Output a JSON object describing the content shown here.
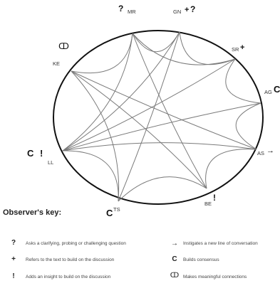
{
  "participants": [
    {
      "id": "MR",
      "label": "MR",
      "marks": [
        "?"
      ]
    },
    {
      "id": "GN",
      "label": "GN",
      "marks": [
        "+",
        "?"
      ]
    },
    {
      "id": "SR",
      "label": "SR",
      "marks": [
        "+"
      ]
    },
    {
      "id": "AG",
      "label": "AG",
      "marks": [
        "C"
      ]
    },
    {
      "id": "AS",
      "label": "AS",
      "marks": [
        "→"
      ]
    },
    {
      "id": "BE",
      "label": "BE",
      "marks": [
        "!"
      ]
    },
    {
      "id": "TS",
      "label": "TS",
      "marks": [
        "C"
      ]
    },
    {
      "id": "LL",
      "label": "LL",
      "marks": [
        "C",
        "!"
      ]
    },
    {
      "id": "KE",
      "label": "KE",
      "marks": [
        "ↀ"
      ]
    }
  ],
  "connections": [
    [
      "KE",
      "MR"
    ],
    [
      "KE",
      "AS"
    ],
    [
      "KE",
      "TS"
    ],
    [
      "KE",
      "BE"
    ],
    [
      "MR",
      "GN"
    ],
    [
      "MR",
      "SR"
    ],
    [
      "MR",
      "LL"
    ],
    [
      "MR",
      "BE"
    ],
    [
      "GN",
      "SR"
    ],
    [
      "GN",
      "LL"
    ],
    [
      "GN",
      "TS"
    ],
    [
      "SR",
      "AG"
    ],
    [
      "SR",
      "LL"
    ],
    [
      "AG",
      "LL"
    ],
    [
      "AG",
      "AS"
    ],
    [
      "AS",
      "LL"
    ],
    [
      "AS",
      "BE"
    ],
    [
      "BE",
      "TS"
    ],
    [
      "TS",
      "LL"
    ]
  ],
  "key": {
    "title": "Observer's key:",
    "items": [
      {
        "symbol": "?",
        "text": "Asks a clarifying, probing or challenging question"
      },
      {
        "symbol": "+",
        "text": "Refers to the text to build on the discussion"
      },
      {
        "symbol": "!",
        "text": "Adds an insight to build on the discussion"
      },
      {
        "symbol": "→",
        "text": "Instigates a new line of conversation"
      },
      {
        "symbol": "C",
        "text": "Builds consensus"
      },
      {
        "symbol": "ↀ",
        "text": "Makes meaningful connections"
      }
    ]
  }
}
